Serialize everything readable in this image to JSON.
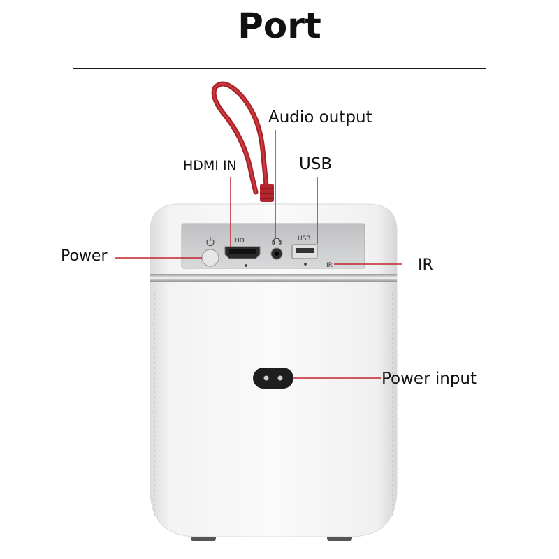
{
  "heading": "Port",
  "device_markings": {
    "hdmi": "HD",
    "usb": "USB",
    "ir": "IR"
  },
  "callouts": {
    "audio_output": "Audio output",
    "hdmi_in": "HDMI IN",
    "usb": "USB",
    "power": "Power",
    "ir": "IR",
    "power_input": "Power input"
  },
  "colors": {
    "leader_line": "#c0262e",
    "strap": "#b3262b",
    "body": "#f4f4f4",
    "panel": "#cfcfd1"
  }
}
